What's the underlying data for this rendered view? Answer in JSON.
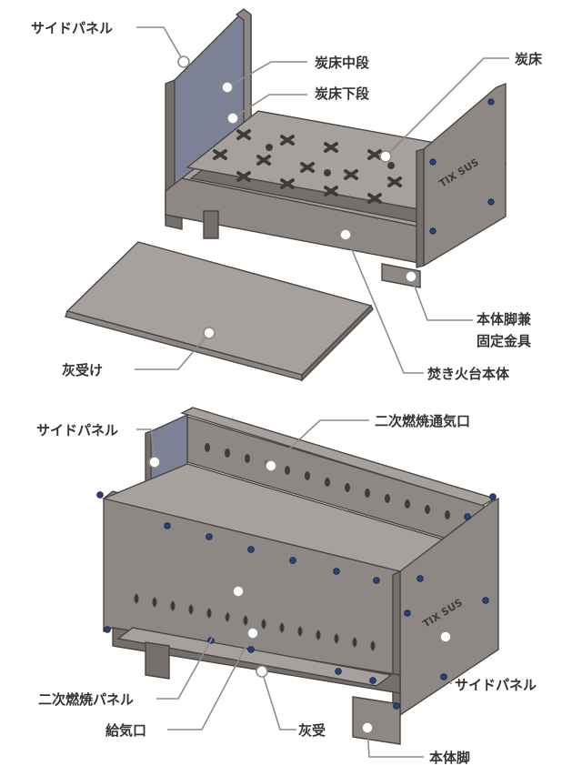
{
  "top_diagram": {
    "labels": {
      "side_panel": "サイドパネル",
      "charcoal_mid": "炭床中段",
      "charcoal_low": "炭床下段",
      "charcoal_bed": "炭床",
      "body_leg_bracket_line1": "本体脚兼",
      "body_leg_bracket_line2": "固定金具",
      "ash_tray": "灰受け",
      "main_body": "焚き火台本体"
    }
  },
  "bottom_diagram": {
    "labels": {
      "side_panel_left": "サイドパネル",
      "vent": "二次燃焼通気口",
      "secondary_panel": "二次燃焼パネル",
      "air_inlet": "給気口",
      "ash_tray": "灰受",
      "side_panel_right": "サイドパネル",
      "body_leg": "本体脚"
    }
  },
  "logo_text": "TIX SUS",
  "colors": {
    "steel": "#8e8884",
    "glass_panel": "#7d8196",
    "bolt": "#2b3f7a",
    "leader_line": "#8c8c8c",
    "label_text": "#333333"
  }
}
